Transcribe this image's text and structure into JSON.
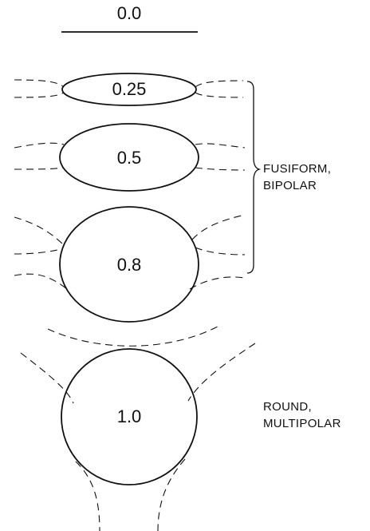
{
  "values": {
    "v0": "0.0",
    "v025": "0.25",
    "v05": "0.5",
    "v08": "0.8",
    "v10": "1.0"
  },
  "labels": {
    "fusiform_line1": "FUSIFORM,",
    "fusiform_line2": "BIPOLAR",
    "round_line1": "ROUND,",
    "round_line2": "MULTIPOLAR"
  }
}
